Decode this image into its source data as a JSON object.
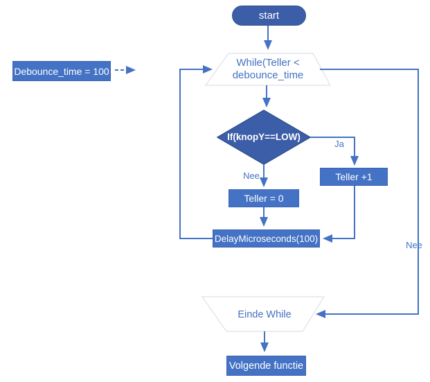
{
  "diagram": {
    "nodes": {
      "start": "start",
      "while_loop": [
        "While(Teller <",
        "debounce_time"
      ],
      "debounce": "Debounce_time = 100",
      "condition": "If(knopY==LOW)",
      "teller_plus": "Teller +1",
      "teller_zero": "Teller = 0",
      "delay": "DelayMicroseconds(100)",
      "einde_while": "Einde While",
      "volgende": "Volgende functie"
    },
    "edge_labels": {
      "ja": "Ja",
      "nee_branch": "Nee",
      "nee_exit": "Nee"
    },
    "colors": {
      "node_dark_blue": "#3C5EA8",
      "node_medium_blue": "#4472C4",
      "connector_blue": "#4472C4",
      "trapezoid_border": "#E3E6EC",
      "label_text_blue": "#4472C4"
    }
  }
}
